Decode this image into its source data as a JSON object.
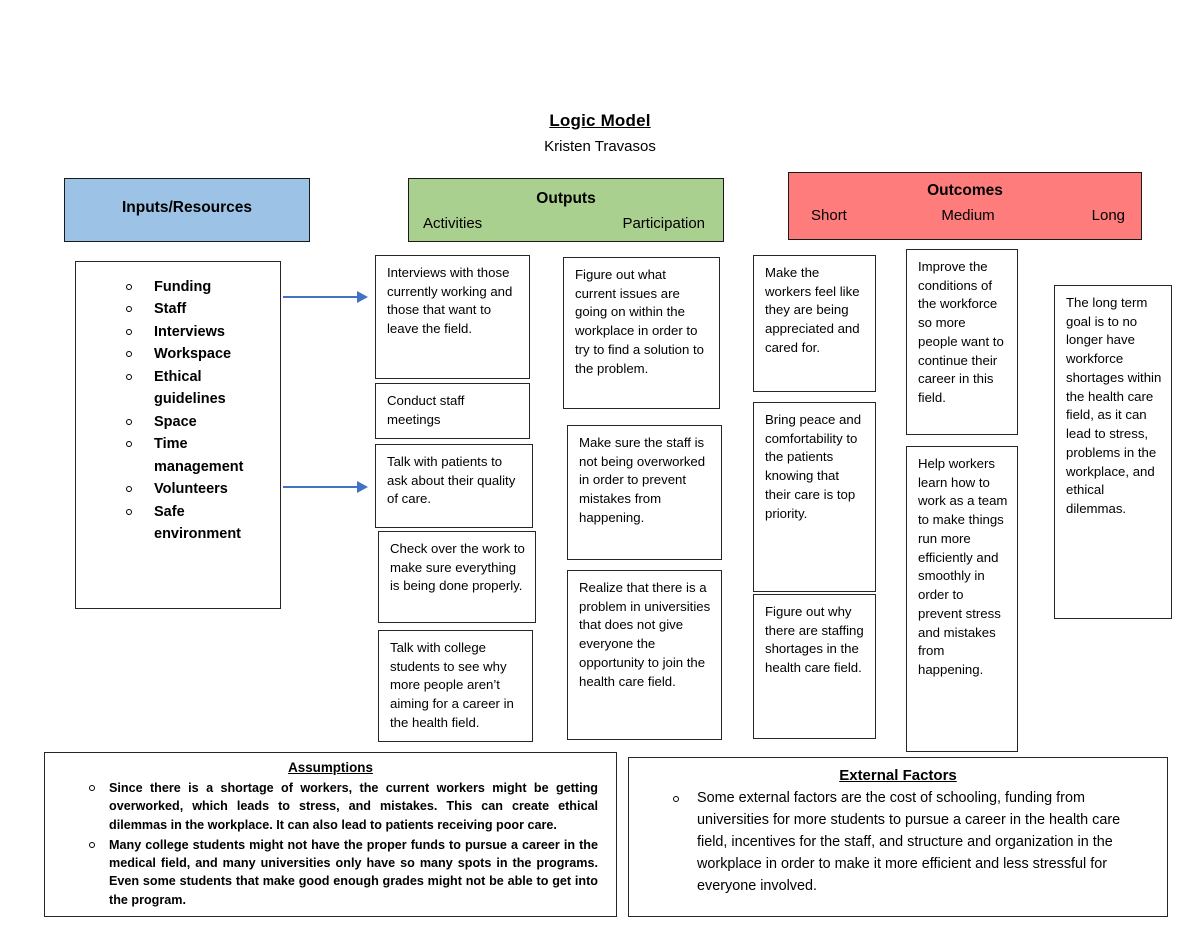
{
  "title": "Logic Model",
  "author": "Kristen Travasos",
  "colors": {
    "inputs_header": "#9CC3E5",
    "outputs_header": "#A9D08E",
    "outcomes_header": "#FF7C7C",
    "arrow": "#4472C4",
    "box_border": "#262626"
  },
  "columns": {
    "inputs": {
      "header": "Inputs/Resources"
    },
    "outputs": {
      "header": "Outputs",
      "sub": [
        "Activities",
        "Participation"
      ]
    },
    "outcomes": {
      "header": "Outcomes",
      "sub": [
        "Short",
        "Medium",
        "Long"
      ]
    }
  },
  "inputs": [
    "Funding",
    "Staff",
    "Interviews",
    "Workspace",
    "Ethical guidelines",
    "Space",
    "Time management",
    "Volunteers",
    "Safe environment"
  ],
  "activities": [
    "Interviews with those currently working and those that want to leave the field.",
    "Conduct staff meetings",
    "Talk with patients to ask about their quality of care.",
    "Check over the work to make sure everything is being done properly.",
    "Talk with college students to see why more people aren’t aiming for a career in the health field."
  ],
  "participation": [
    "Figure out what current issues are going on within the workplace in order to try to find a solution to the problem.",
    "Make sure the staff is not being overworked in order to prevent mistakes from happening.",
    "Realize that there is a problem in universities that does not give everyone the opportunity to join the health care field."
  ],
  "outcomes_short": [
    "Make the workers feel like they are being appreciated and cared for.",
    "Bring peace and comfortability to the patients knowing that their care is top priority.",
    "Figure out why there are staffing shortages in the health care field."
  ],
  "outcomes_medium": [
    "Improve the conditions of the workforce so more people want to continue their career in this field.",
    "Help workers learn how to work as a team to make things run more efficiently and smoothly in order to prevent stress and mistakes from happening."
  ],
  "outcomes_long": [
    "The long term goal is to no longer have workforce shortages within the health care field, as it can lead to stress, problems in the workplace, and ethical dilemmas."
  ],
  "assumptions": {
    "title": "Assumptions",
    "items": [
      "Since there is a shortage of workers, the current workers might be getting overworked, which leads to stress, and mistakes. This can create ethical dilemmas in the workplace. It can also lead to patients receiving poor care.",
      "Many college students might not have the proper funds to pursue a career in the medical field, and many universities only have so many spots in the programs. Even some students that make good enough grades might not be able to get into the program."
    ]
  },
  "external_factors": {
    "title": "External Factors",
    "items": [
      "Some external factors are the cost of schooling, funding from universities for more students to pursue a career in the health care field, incentives for the staff, and structure and organization in the workplace in order to make it more efficient and less stressful for everyone involved."
    ]
  }
}
